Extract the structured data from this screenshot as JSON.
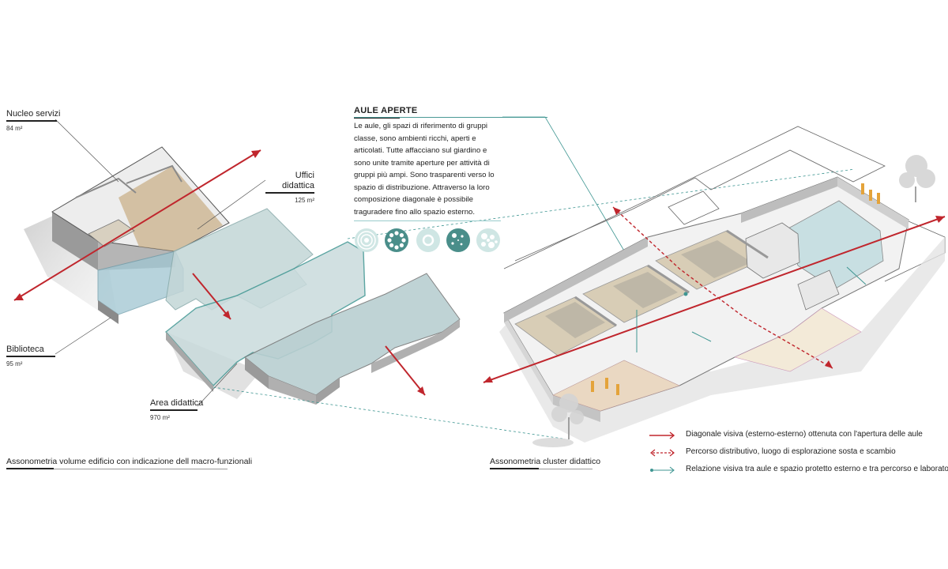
{
  "left": {
    "labels": {
      "nucleo": {
        "name": "Nucleo servizi",
        "area": "84 m²"
      },
      "uffici": {
        "name": "Uffici didattica",
        "area": "125 m²"
      },
      "biblioteca": {
        "name": "Biblioteca",
        "area": "95 m²"
      },
      "area_didattica": {
        "name": "Area didattica",
        "area": "970 m²"
      }
    },
    "caption": "Assonometria volume edificio con indicazione dell macro-funzionali"
  },
  "aule": {
    "title": "AULE APERTE",
    "text": "Le aule, gli spazi di riferimento di gruppi classe, sono ambienti ricchi, aperti e articolati. Tutte affacciano sul giardino e sono unite tramite aperture per attività di gruppi più ampi. Sono trasparenti verso lo spazio di distribuzione. Attraverso la loro composizione diagonale è possibile traguradere fino allo spazio esterno.",
    "icons": [
      "concentric-rings-icon",
      "dotted-ring-icon",
      "single-ring-icon",
      "scattered-dots-icon",
      "bubble-cluster-icon"
    ]
  },
  "right": {
    "caption": "Assonometria cluster didattico"
  },
  "legend": [
    {
      "style": "solid-red",
      "text": "Diagonale visiva (esterno-esterno) ottenuta con l'apertura delle aule"
    },
    {
      "style": "dashed-red",
      "text": "Percorso distributivo, luogo di esplorazione sosta e scambio"
    },
    {
      "style": "teal",
      "text": "Relazione visiva tra aule e spazio protetto esterno e tra percorso e laboratori"
    }
  ],
  "colors": {
    "accent_red": "#c0262d",
    "accent_teal": "#3f9692",
    "teal_dark": "#4a8e8a",
    "teal_light": "#a9d3d0",
    "glass": "#b7d1d4",
    "wood": "#c9b08a"
  }
}
